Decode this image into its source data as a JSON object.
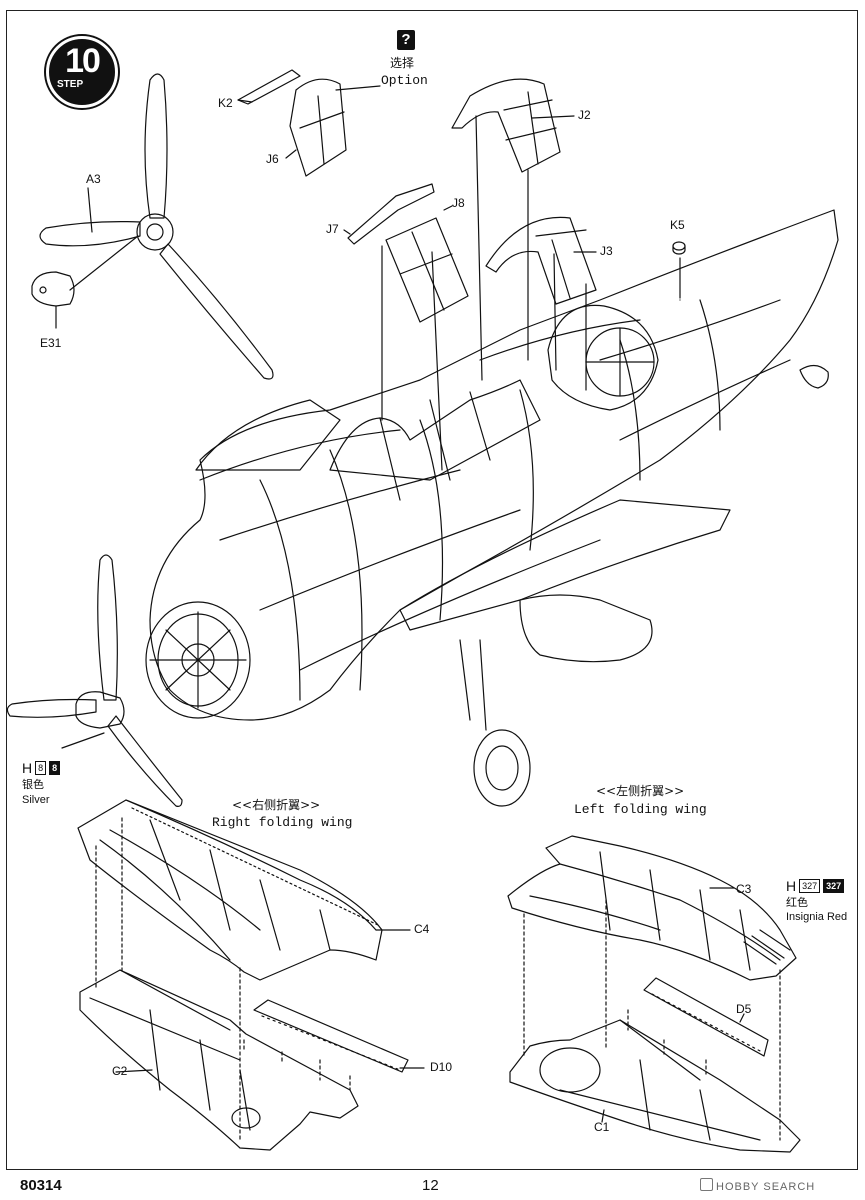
{
  "step": {
    "number": "10",
    "word": "STEP"
  },
  "option": {
    "icon": "?",
    "cn": "选择",
    "en": "Option"
  },
  "parts": {
    "K2": "K2",
    "J6": "J6",
    "J2": "J2",
    "A3": "A3",
    "E31": "E31",
    "J7": "J7",
    "J8": "J8",
    "J3": "J3",
    "K5": "K5",
    "C4": "C4",
    "C2": "C2",
    "D10": "D10",
    "C3": "C3",
    "D5": "D5",
    "C1": "C1"
  },
  "paint_silver": {
    "letter": "H",
    "code1": "8",
    "code2": "8",
    "cn": "银色",
    "en": "Silver"
  },
  "paint_red": {
    "letter": "H",
    "code1": "327",
    "code2": "327",
    "cn": "红色",
    "en": "Insignia Red"
  },
  "right_wing": {
    "cn": "<<右侧折翼>>",
    "en": "Right folding wing"
  },
  "left_wing": {
    "cn": "<<左侧折翼>>",
    "en": "Left folding wing"
  },
  "footer": {
    "kit_number": "80314",
    "page_number": "12"
  },
  "watermark": "HOBBY SEARCH"
}
